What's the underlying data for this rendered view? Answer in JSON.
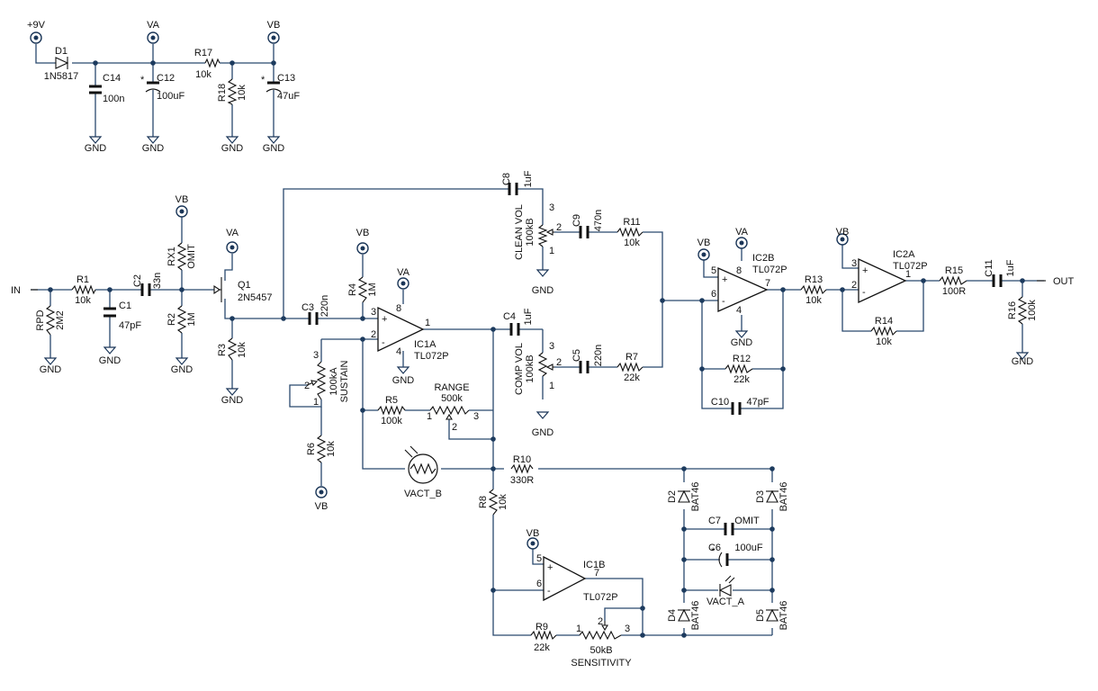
{
  "rails": {
    "vin": "+9V",
    "va": "VA",
    "vb": "VB",
    "gnd": "GND"
  },
  "ports": {
    "input": "IN",
    "output": "OUT"
  },
  "power_section": {
    "d1": {
      "ref": "D1",
      "value": "1N5817"
    },
    "c14": {
      "ref": "C14",
      "value": "100n"
    },
    "c12": {
      "ref": "C12",
      "value": "100uF"
    },
    "r17": {
      "ref": "R17",
      "value": "10k"
    },
    "r18": {
      "ref": "R18",
      "value": "10k"
    },
    "c13": {
      "ref": "C13",
      "value": "47uF"
    }
  },
  "components": {
    "r1": {
      "ref": "R1",
      "value": "10k"
    },
    "rpd": {
      "ref": "RPD",
      "value": "2M2"
    },
    "c1": {
      "ref": "C1",
      "value": "47pF"
    },
    "c2": {
      "ref": "C2",
      "value": "33n"
    },
    "rx1": {
      "ref": "RX1",
      "value": "OMIT"
    },
    "r2": {
      "ref": "R2",
      "value": "1M"
    },
    "q1": {
      "ref": "Q1",
      "value": "2N5457"
    },
    "r3": {
      "ref": "R3",
      "value": "10k"
    },
    "c3": {
      "ref": "C3",
      "value": "220n"
    },
    "r4": {
      "ref": "R4",
      "value": "1M"
    },
    "ic1a": {
      "ref": "IC1A",
      "value": "TL072P"
    },
    "sustain": {
      "ref": "SUSTAIN",
      "value": "100kA"
    },
    "r6": {
      "ref": "R6",
      "value": "10k"
    },
    "r5": {
      "ref": "R5",
      "value": "100k"
    },
    "range": {
      "ref": "RANGE",
      "value": "500k"
    },
    "vact_b": {
      "ref": "VACT_B"
    },
    "r10": {
      "ref": "R10",
      "value": "330R"
    },
    "r8": {
      "ref": "R8",
      "value": "10k"
    },
    "ic1b": {
      "ref": "IC1B",
      "value": "TL072P"
    },
    "r9": {
      "ref": "R9",
      "value": "22k"
    },
    "sensitivity": {
      "ref": "SENSITIVITY",
      "value": "50kB"
    },
    "d2": {
      "ref": "D2",
      "value": "BAT46"
    },
    "d3": {
      "ref": "D3",
      "value": "BAT46"
    },
    "d4": {
      "ref": "D4",
      "value": "BAT46"
    },
    "d5": {
      "ref": "D5",
      "value": "BAT46"
    },
    "c7": {
      "ref": "C7",
      "value": "OMIT"
    },
    "c6": {
      "ref": "C6",
      "value": "100uF"
    },
    "vact_a": {
      "ref": "VACT_A"
    },
    "c8": {
      "ref": "C8",
      "value": "1uF"
    },
    "clean_vol": {
      "ref": "CLEAN VOL",
      "value": "100kB"
    },
    "c9": {
      "ref": "C9",
      "value": "470n"
    },
    "r11": {
      "ref": "R11",
      "value": "10k"
    },
    "c4": {
      "ref": "C4",
      "value": "1uF"
    },
    "comp_vol": {
      "ref": "COMP VOL",
      "value": "100kB"
    },
    "c5": {
      "ref": "C5",
      "value": "220n"
    },
    "r7": {
      "ref": "R7",
      "value": "22k"
    },
    "ic2b": {
      "ref": "IC2B",
      "value": "TL072P"
    },
    "r12": {
      "ref": "R12",
      "value": "22k"
    },
    "c10": {
      "ref": "C10",
      "value": "47pF"
    },
    "r13": {
      "ref": "R13",
      "value": "10k"
    },
    "ic2a": {
      "ref": "IC2A",
      "value": "TL072P"
    },
    "r14": {
      "ref": "R14",
      "value": "10k"
    },
    "r15": {
      "ref": "R15",
      "value": "100R"
    },
    "c11": {
      "ref": "C11",
      "value": "1uF"
    },
    "r16": {
      "ref": "R16",
      "value": "100k"
    }
  },
  "pins": {
    "p1": "1",
    "p2": "2",
    "p3": "3",
    "p4": "4",
    "p5": "5",
    "p6": "6",
    "p7": "7",
    "p8": "8",
    "plus": "+",
    "minus": "-",
    "pol": "*"
  }
}
